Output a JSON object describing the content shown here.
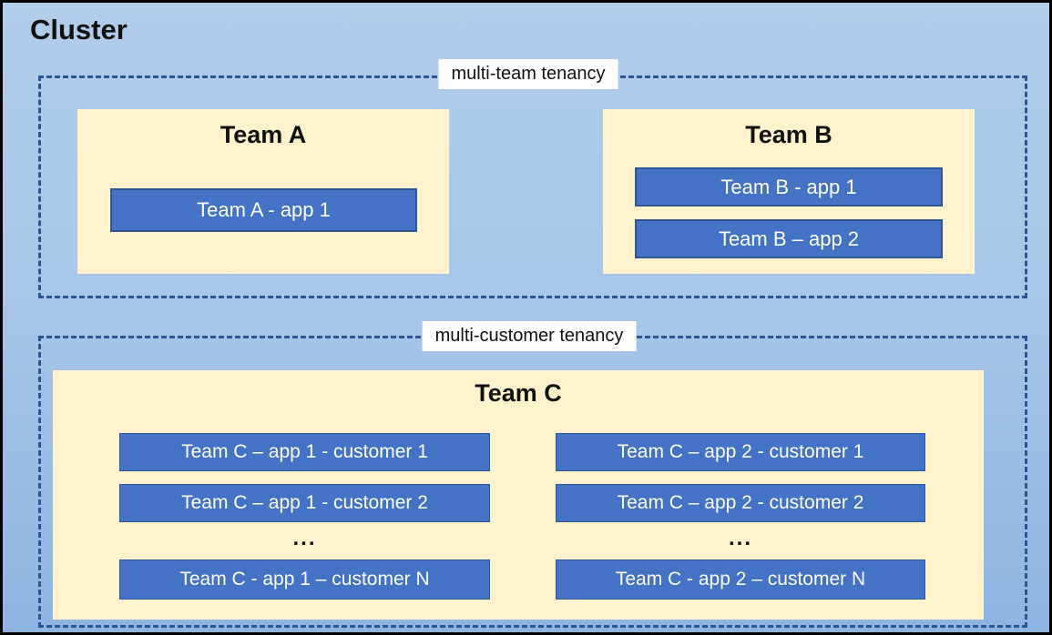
{
  "cluster": {
    "title": "Cluster"
  },
  "multi_team_section": {
    "label": "multi-team tenancy",
    "team_a": {
      "title": "Team A",
      "app1": "Team A - app 1"
    },
    "team_b": {
      "title": "Team B",
      "app1": "Team B - app 1",
      "app2": "Team B – app 2"
    }
  },
  "multi_customer_section": {
    "label": "multi-customer tenancy",
    "team_c": {
      "title": "Team C",
      "col1": {
        "row1": "Team C – app 1 - customer 1",
        "row2": "Team C – app 1 - customer 2",
        "ellipsis": "...",
        "rowN": "Team C - app 1 – customer N"
      },
      "col2": {
        "row1": "Team C – app 2 - customer 1",
        "row2": "Team C – app 2 - customer 2",
        "ellipsis": "...",
        "rowN": "Team C - app 2 – customer N"
      }
    }
  },
  "colors": {
    "app_fill": "#4472C4",
    "app_border": "#2F5597",
    "team_panel_fill": "#FFF2CC",
    "dashed_border": "#2E5496",
    "background_top": "#B2CDEA",
    "background_bottom": "#8FB4E2",
    "outer_border": "#000000",
    "label_background": "#FFFFFF"
  }
}
